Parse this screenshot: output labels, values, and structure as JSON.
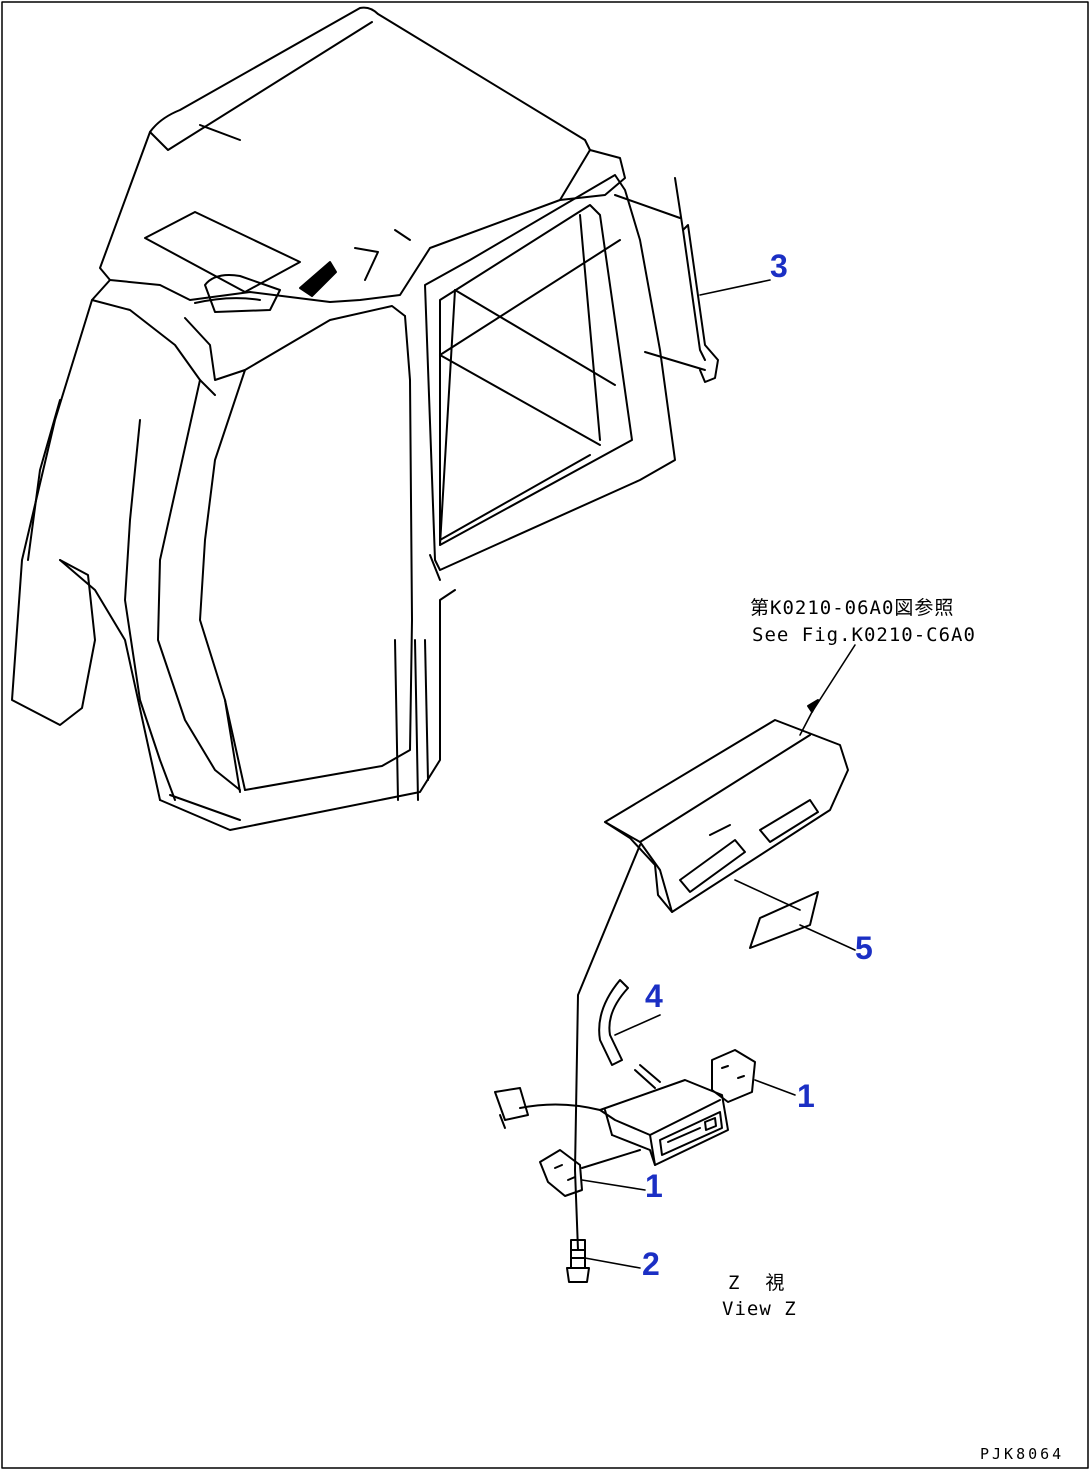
{
  "colors": {
    "callout": "#1b2fc4",
    "line": "#000000",
    "background": "#ffffff"
  },
  "view_marker": "Z",
  "callouts": {
    "p3": "3",
    "p5": "5",
    "p4": "4",
    "p1a": "1",
    "p1b": "1",
    "p2": "2"
  },
  "reference": {
    "jp": "第K0210-06A0図参照",
    "en": "See Fig.K0210-C6A0"
  },
  "view": {
    "jp": "Z  視",
    "en": "View Z"
  },
  "drawing_code": "PJK8064"
}
